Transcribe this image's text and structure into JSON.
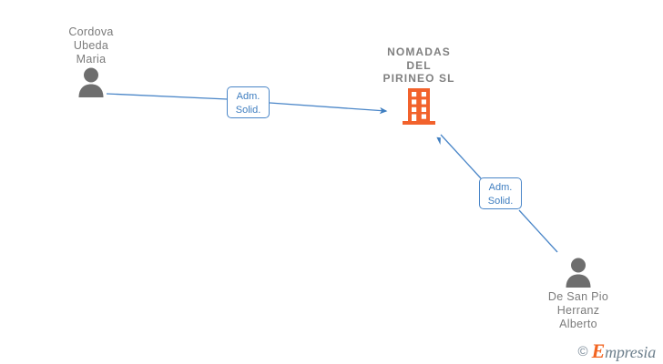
{
  "diagram": {
    "title": "Corporate relationship graph",
    "background_color": "#ffffff",
    "edge_color": "#4a86c8",
    "company_color": "#f2622c",
    "person_color": "#6e6e6e",
    "label_text_color": "#7b7b7b"
  },
  "company": {
    "name": "NOMADAS\nDEL\nPIRINEO  SL",
    "icon": "building-icon"
  },
  "persons": [
    {
      "id": "cordova-ubeda-maria",
      "name": "Cordova\nUbeda\nMaria",
      "icon": "person-icon"
    },
    {
      "id": "de-san-pio-herranz-alberto",
      "name": "De San Pio\nHerranz\nAlberto",
      "icon": "person-icon"
    }
  ],
  "edges": [
    {
      "id": "edge-cordova-to-company",
      "from": "cordova-ubeda-maria",
      "to": "nomadas-del-pirineo-sl",
      "label": "Adm.\nSolid.",
      "direction": "to-company"
    },
    {
      "id": "edge-desanpio-to-company",
      "from": "de-san-pio-herranz-alberto",
      "to": "nomadas-del-pirineo-sl",
      "label": "Adm.\nSolid.",
      "direction": "to-company"
    }
  ],
  "watermark": {
    "copyright": "©",
    "brand_initial": "E",
    "brand_rest": "mpresia"
  }
}
